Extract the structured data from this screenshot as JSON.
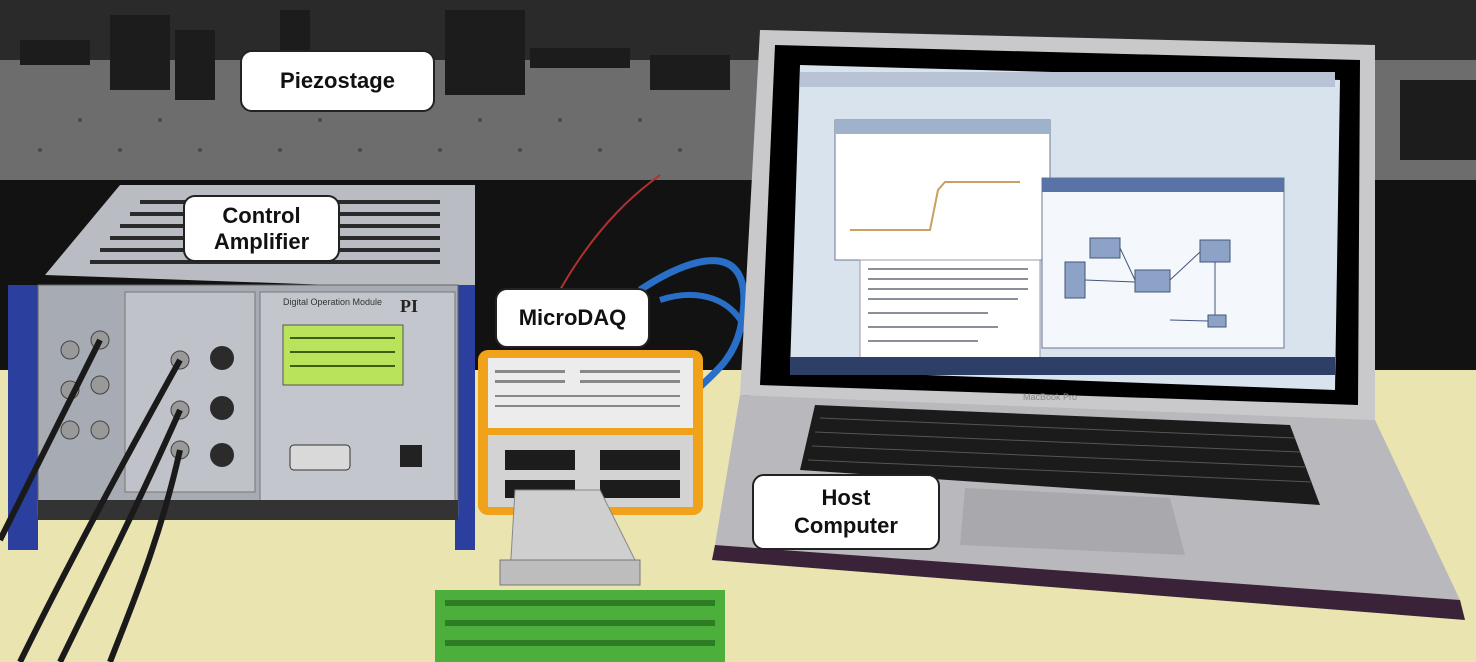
{
  "labels": {
    "piezostage": "Piezostage",
    "control_amplifier": [
      "Control",
      "Amplifier"
    ],
    "microdaq": "MicroDAQ",
    "host_computer": [
      "Host",
      "Computer"
    ]
  },
  "device_text": {
    "pi_logo": "PI",
    "module_title": "Digital Operation Module",
    "laptop_brand": "MacBook Pro"
  },
  "colors": {
    "lab_wall": "#1a1a1a",
    "table_top": "#e9e4b0",
    "controller_blue": "#2b3f9e",
    "lcd_green": "#b8e35a",
    "microdaq_orange": "#f0a21b",
    "terminal_green": "#4caf3c",
    "screen_bg": "#d9e3ee",
    "cable_blue": "#2a6fc7"
  }
}
